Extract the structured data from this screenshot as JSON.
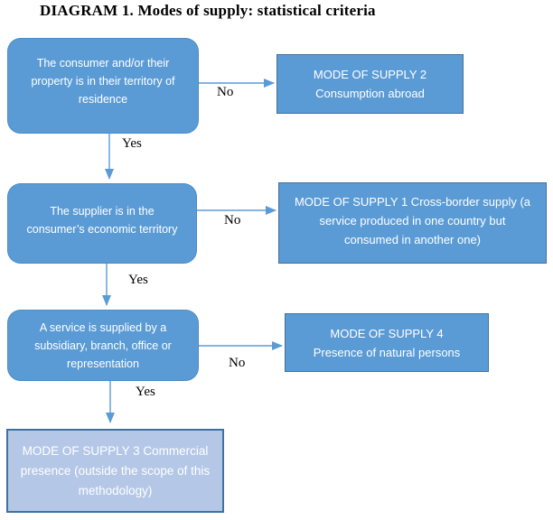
{
  "title": "DIAGRAM 1. Modes of supply: statistical criteria",
  "colors": {
    "box_blue": "#5B9BD5",
    "box_border_dark": "#41719C",
    "box_light_blue": "#B4C7E7",
    "arrow_blue": "#5B9BD5",
    "text_on_box": "#FFFFFF",
    "title_text": "#000000"
  },
  "flow": {
    "decisions": [
      {
        "lines": [
          "The consumer and/or their",
          "property is in their territory of",
          "residence"
        ],
        "yes": "Yes",
        "no": "No"
      },
      {
        "lines": [
          "The supplier is in the",
          "consumer’s economic territory"
        ],
        "yes": "Yes",
        "no": "No"
      },
      {
        "lines": [
          "A service is supplied by a",
          "subsidiary, branch, office or",
          "representation"
        ],
        "yes": "Yes",
        "no": "No"
      }
    ],
    "outcomes": [
      {
        "lines": [
          "MODE OF SUPPLY 2",
          "Consumption abroad"
        ]
      },
      {
        "lines": [
          "MODE OF SUPPLY 1 Cross-border supply (a",
          "service produced in one country but",
          "consumed in another one)"
        ]
      },
      {
        "lines": [
          "MODE OF SUPPLY 4",
          "Presence of natural persons"
        ]
      },
      {
        "lines": [
          "MODE OF SUPPLY 3 Commercial",
          "presence (outside the scope of this",
          "methodology)"
        ]
      }
    ]
  }
}
